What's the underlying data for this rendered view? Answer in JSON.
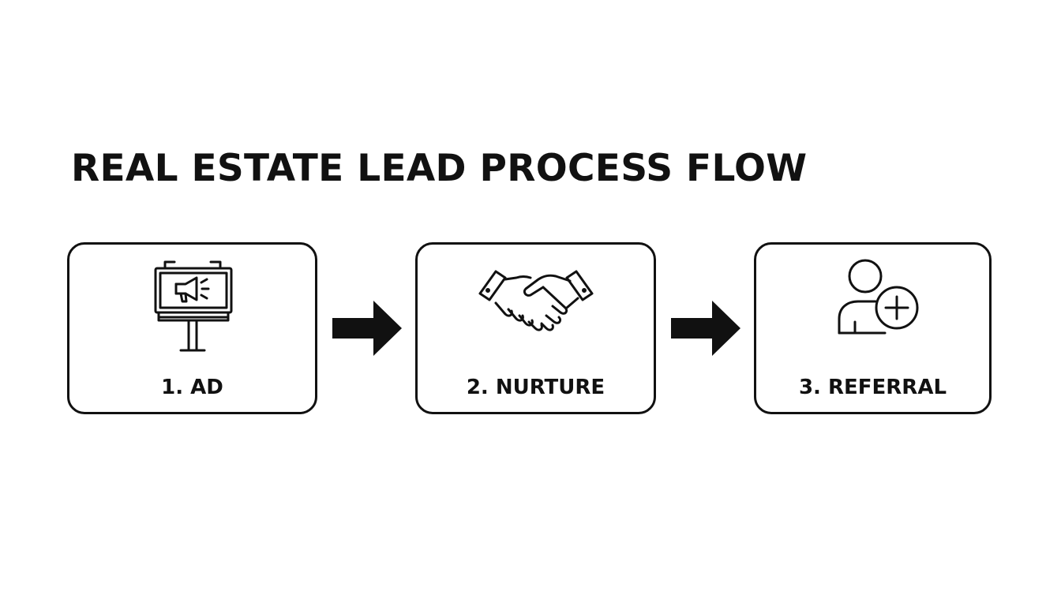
{
  "title": "REAL ESTATE LEAD PROCESS FLOW",
  "steps": [
    {
      "label": "1. AD",
      "icon": "billboard-megaphone-icon"
    },
    {
      "label": "2. NURTURE",
      "icon": "handshake-icon"
    },
    {
      "label": "3. REFERRAL",
      "icon": "add-user-icon"
    }
  ],
  "colors": {
    "stroke": "#111111",
    "background": "#ffffff"
  }
}
